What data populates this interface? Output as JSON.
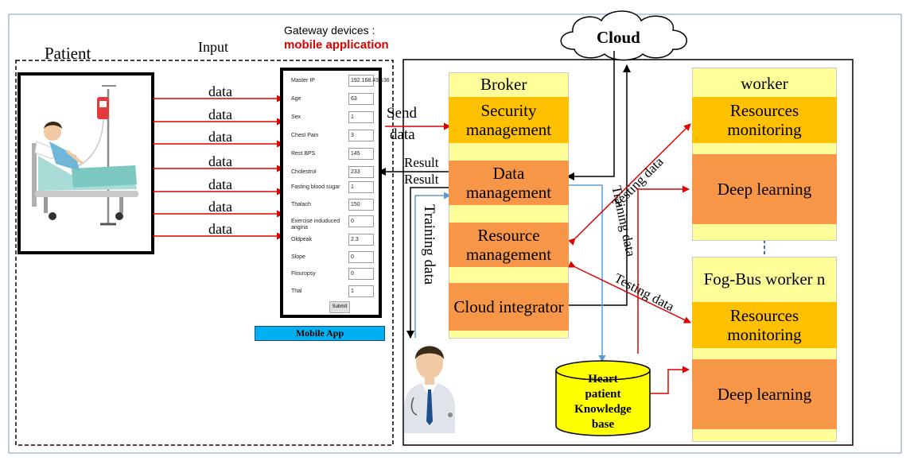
{
  "labels": {
    "patient": "Patient",
    "input": "Input",
    "gateway_line1": "Gateway devices :",
    "gateway_line2": "mobile application",
    "cloud": "Cloud",
    "send_line1": "Send",
    "send_line2": "data",
    "result_1": "Result",
    "result_2": "Result",
    "training_data_vertical": "Training data",
    "training_data_diagonal": "Training data",
    "testing_data_1": "Testing data",
    "testing_data_2": "Testing data",
    "mobile_app": "Mobile App",
    "knowledge_base": [
      "Heart",
      "patient",
      "Knowledge",
      "base"
    ]
  },
  "data_arrows": [
    "data",
    "data",
    "data",
    "data",
    "data",
    "data",
    "data"
  ],
  "form": {
    "fields": [
      {
        "label": "Master IP",
        "value": "192.168.43.136"
      },
      {
        "label": "Age",
        "value": "63"
      },
      {
        "label": "Sex",
        "value": "1"
      },
      {
        "label": "Chest Pain",
        "value": "3"
      },
      {
        "label": "Rest BPS",
        "value": "145"
      },
      {
        "label": "Cholestrol",
        "value": "233"
      },
      {
        "label": "Fasting blood sugar",
        "value": "1"
      },
      {
        "label": "Thalach",
        "value": "150"
      },
      {
        "label": "Exercise induduced angina",
        "value": "0"
      },
      {
        "label": "Oldpeak",
        "value": "2.3"
      },
      {
        "label": "Slope",
        "value": "0"
      },
      {
        "label": "Flouropsy",
        "value": "0"
      },
      {
        "label": "Thal",
        "value": "1"
      }
    ],
    "submit": "Submit"
  },
  "broker": {
    "title": "Broker",
    "security": "Security management",
    "data_mgmt": "Data management",
    "resource": "Resource management",
    "cloud_integrator": "Cloud integrator"
  },
  "worker1": {
    "title": "worker",
    "resources": "Resources monitoring",
    "deep": "Deep learning"
  },
  "worker2": {
    "title": "Fog-Bus worker n",
    "resources": "Resources monitoring",
    "deep": "Deep learning"
  },
  "colors": {
    "red_arrow": "#E00000",
    "blue_arrow": "#5B9BD5",
    "block_yellow": "#FFC000",
    "block_orange": "#F79646",
    "column_bg": "#FFFF99",
    "mobile_app_label_bg": "#00B0F0",
    "gateway_red": "#E00000"
  },
  "icons": [
    "patient-bed-icon",
    "iv-drip-icon",
    "doctor-icon",
    "cloud-icon",
    "database-cylinder-icon"
  ]
}
